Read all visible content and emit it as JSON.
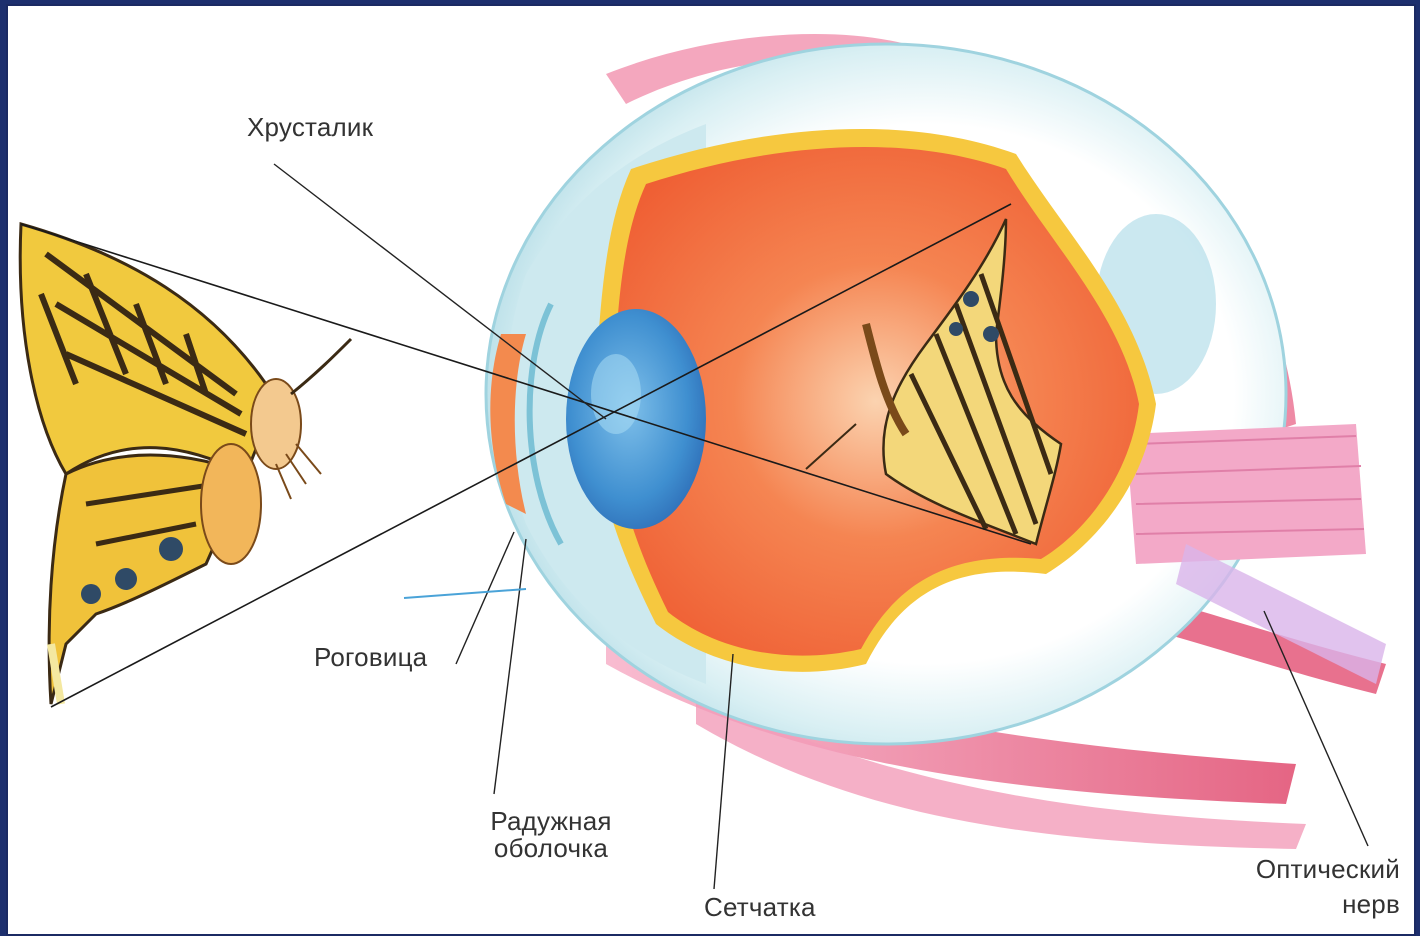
{
  "labels": {
    "lens": "Хрусталик",
    "cornea": "Роговица",
    "iris_line1": "Радужная",
    "iris_line2": "оболочка",
    "retina": "Сетчатка",
    "optic_line1": "Оптический",
    "optic_line2": "нерв"
  },
  "colors": {
    "frame_border": "#1d2f6e",
    "vitreous": "#f0693c",
    "lens": "#4aa3d8",
    "sclera": "#cfeaf0",
    "muscle": "#e8567a",
    "nerve": "#f4b8d6",
    "retina_edge": "#f3c23a",
    "butterfly_wing": "#f1c93e"
  },
  "icons": [
    "butterfly-object",
    "butterfly-image-on-retina"
  ]
}
